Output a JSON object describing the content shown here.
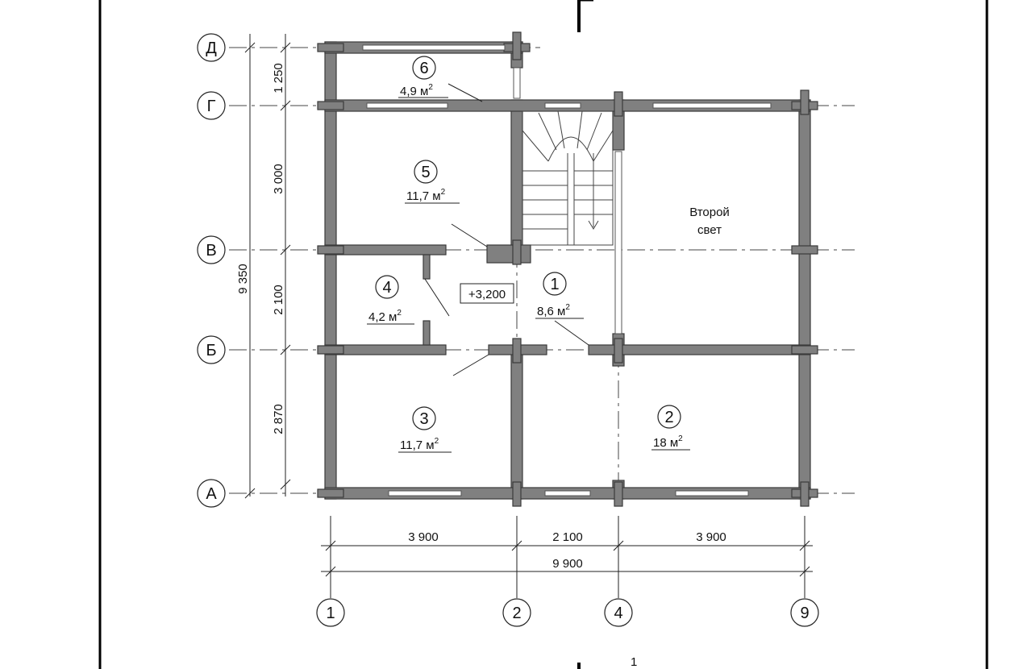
{
  "axes": {
    "letters": [
      "Д",
      "Г",
      "В",
      "Б",
      "А"
    ],
    "numbers": [
      "1",
      "2",
      "4",
      "9"
    ]
  },
  "dimensions": {
    "left": [
      "1 250",
      "3 000",
      "2 100",
      "2 870"
    ],
    "left_total": "9 350",
    "bottom": [
      "3 900",
      "2 100",
      "3 900"
    ],
    "bottom_total": "9 900"
  },
  "rooms": [
    {
      "num": "1",
      "area": "8,6 м",
      "sup": "2"
    },
    {
      "num": "2",
      "area": "18 м",
      "sup": "2"
    },
    {
      "num": "3",
      "area": "11,7 м",
      "sup": "2"
    },
    {
      "num": "4",
      "area": "4,2 м",
      "sup": "2"
    },
    {
      "num": "5",
      "area": "11,7 м",
      "sup": "2"
    },
    {
      "num": "6",
      "area": "4,9 м",
      "sup": "2"
    }
  ],
  "level_mark": "+3,200",
  "second_light": {
    "line1": "Второй",
    "line2": "свет"
  },
  "section_mark": "1"
}
